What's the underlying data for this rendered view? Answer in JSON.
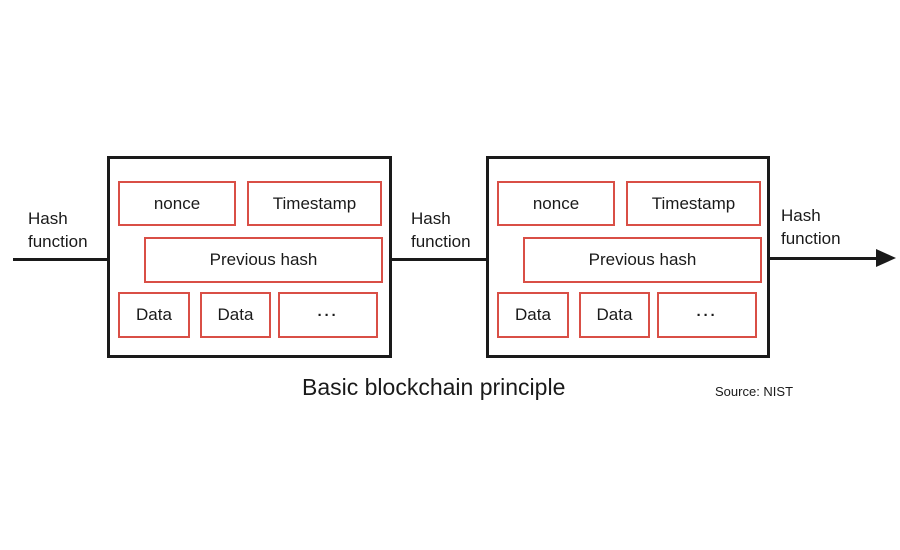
{
  "diagram": {
    "title": "Basic blockchain principle",
    "source": "Source: NIST",
    "colors": {
      "background": "#ffffff",
      "line": "#1a1a1a",
      "field_border": "#d94f46",
      "text": "#1a1a1a"
    },
    "blocks": [
      {
        "nonce": "nonce",
        "timestamp": "Timestamp",
        "previous_hash": "Previous hash",
        "data_1": "Data",
        "data_2": "Data",
        "data_more": "···"
      },
      {
        "nonce": "nonce",
        "timestamp": "Timestamp",
        "previous_hash": "Previous hash",
        "data_1": "Data",
        "data_2": "Data",
        "data_more": "···"
      }
    ],
    "arrow_labels": [
      {
        "line1": "Hash",
        "line2": "function"
      },
      {
        "line1": "Hash",
        "line2": "function"
      },
      {
        "line1": "Hash",
        "line2": "function"
      }
    ]
  }
}
